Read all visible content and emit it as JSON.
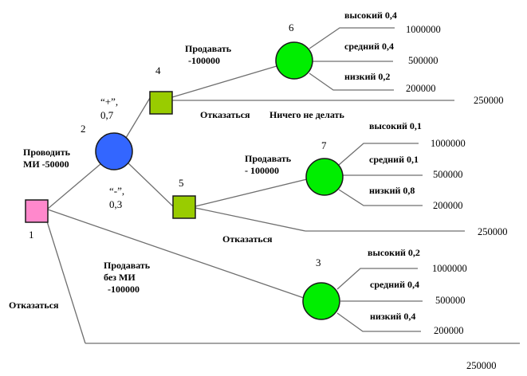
{
  "colors": {
    "line": "#6f6f6f",
    "decision_root": "#ff88cc",
    "decision_sub": "#99cc00",
    "chance_research": "#3366ff",
    "chance_market": "#00ee00",
    "outline": "#1a1a1a"
  },
  "nodes": {
    "n1": {
      "id": "1",
      "type": "decision"
    },
    "n2": {
      "id": "2",
      "type": "chance"
    },
    "n3": {
      "id": "3",
      "type": "chance"
    },
    "n4": {
      "id": "4",
      "type": "decision"
    },
    "n5": {
      "id": "5",
      "type": "decision"
    },
    "n6": {
      "id": "6",
      "type": "chance"
    },
    "n7": {
      "id": "7",
      "type": "chance"
    }
  },
  "branches": {
    "conduct_research": {
      "line1": "Проводить",
      "line2": "МИ -50000"
    },
    "refuse_root": "Отказаться",
    "sell_without_research": {
      "line1": "Продавать",
      "line2": "без МИ",
      "line3": "-100000"
    },
    "positive": {
      "line1": "“+”,",
      "line2": "0,7"
    },
    "negative": {
      "line1": "“-”,",
      "line2": "0,3"
    },
    "n4_sell": {
      "line1": "Продавать",
      "line2": "-100000"
    },
    "n4_refuse": "Отказаться",
    "n4_do_nothing": "Ничего не делать",
    "n5_sell": {
      "line1": "Продавать",
      "line2": "- 100000"
    },
    "n5_refuse": "Отказаться"
  },
  "outcomes": {
    "n6": [
      {
        "label": "высокий 0,4",
        "payoff": "1000000"
      },
      {
        "label": "средний 0,4",
        "payoff": "500000"
      },
      {
        "label": "низкий 0,2",
        "payoff": "200000"
      }
    ],
    "n7": [
      {
        "label": "высокий 0,1",
        "payoff": "1000000"
      },
      {
        "label": "средний 0,1",
        "payoff": "500000"
      },
      {
        "label": "низкий 0,8",
        "payoff": "200000"
      }
    ],
    "n3": [
      {
        "label": "высокий 0,2",
        "payoff": "1000000"
      },
      {
        "label": "средний 0,4",
        "payoff": "500000"
      },
      {
        "label": "низкий 0,4",
        "payoff": "200000"
      }
    ]
  },
  "refuse_payoffs": {
    "n4": "250000",
    "n5": "250000",
    "root": "250000"
  }
}
